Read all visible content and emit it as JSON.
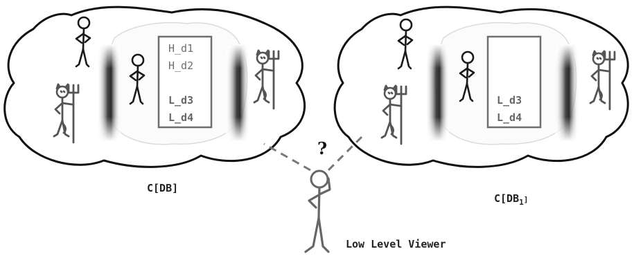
{
  "diagram": {
    "left_cloud": {
      "label": "C[DB]",
      "records": [
        {
          "text": "H_d1",
          "level": "high"
        },
        {
          "text": "H_d2",
          "level": "high"
        },
        {
          "text": "L_d3",
          "level": "low"
        },
        {
          "text": "L_d4",
          "level": "low"
        }
      ]
    },
    "right_cloud": {
      "label_main": "C[DB",
      "label_sub": "1",
      "label_close": "]",
      "records": [
        {
          "text": "L_d3",
          "level": "low"
        },
        {
          "text": "L_d4",
          "level": "low"
        }
      ]
    },
    "viewer": {
      "question_mark": "?",
      "label": "Low Level Viewer"
    },
    "colors": {
      "outline": "#1a1a1a",
      "record_text": "#6e6e6e",
      "dashed_line": "#777777"
    },
    "icons": [
      "stick-figure-icon",
      "devil-with-pitchfork-icon",
      "thinking-person-icon",
      "fog-wall-icon"
    ]
  }
}
